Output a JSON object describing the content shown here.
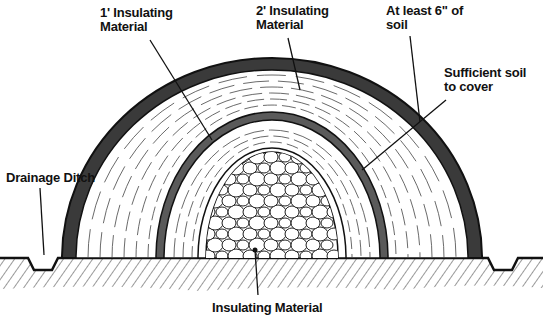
{
  "diagram": {
    "labels": [
      "1' Insulating Material",
      "2' Insulating Material",
      "At least 6\" of soil",
      "Sufficient soil to cover",
      "Drainage Ditch",
      "Insulating Material"
    ]
  }
}
